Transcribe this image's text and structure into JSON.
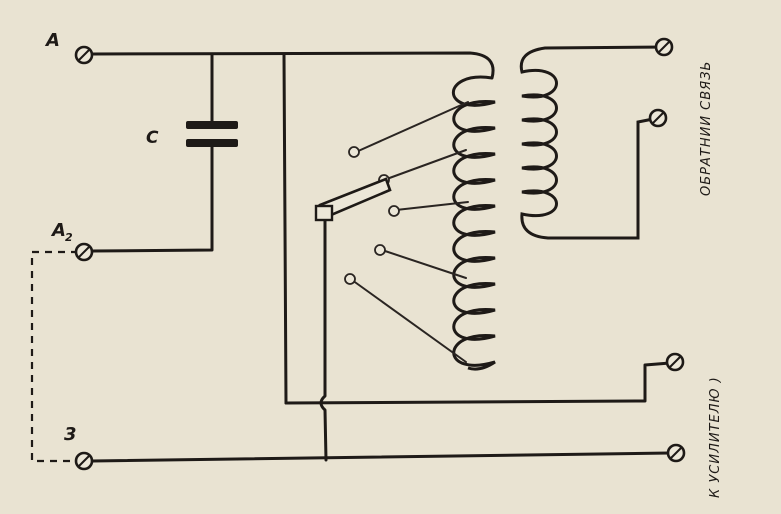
{
  "terminals": {
    "a1": "A",
    "a1_sub": "",
    "a2": "A",
    "a2_sub": "2",
    "ground": "3"
  },
  "components": {
    "capacitor": "C"
  },
  "side_labels": {
    "feedback": "ОБРАТНИИ СВЯЗЬ",
    "amplifier": "К УСИЛИТЕЛЮ )"
  }
}
